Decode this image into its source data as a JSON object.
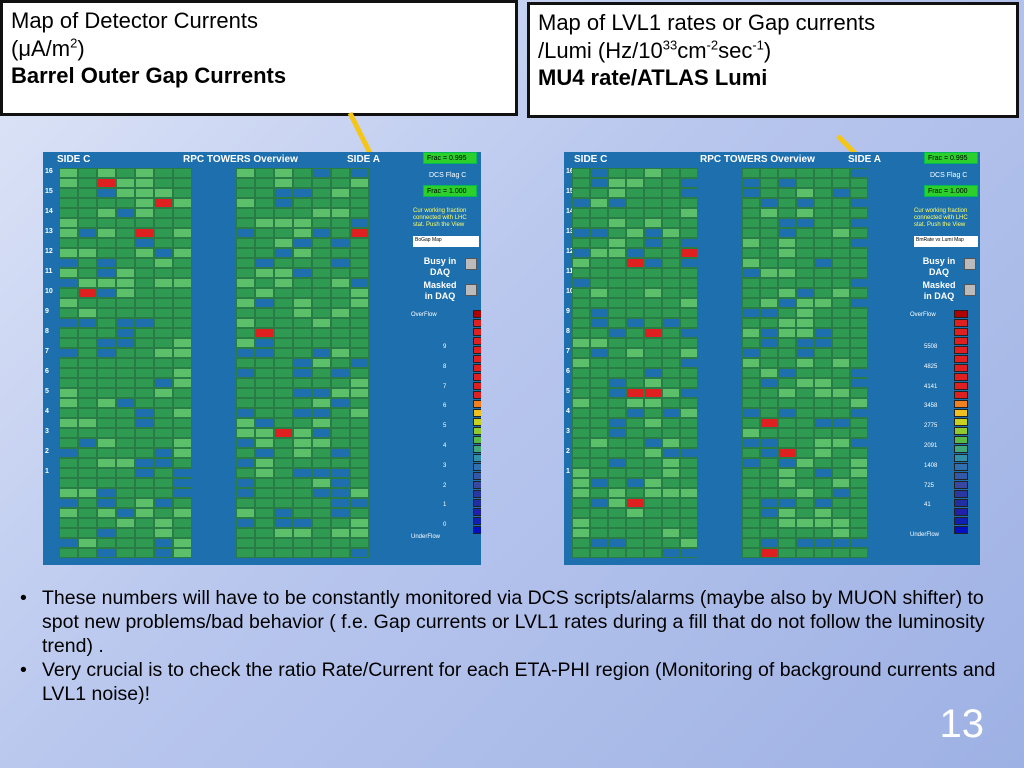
{
  "left_title": {
    "line1": "Map of Detector Currents",
    "line2_prefix": "(μA/m",
    "line2_sup": "2",
    "line2_suffix": ")",
    "bold": "Barrel Outer Gap Currents"
  },
  "right_title": {
    "line1": "Map of LVL1 rates or Gap currents",
    "line2_a": "/Lumi (Hz/10",
    "line2_sup1": "33",
    "line2_b": "cm",
    "line2_sup2": "-2",
    "line2_c": "sec",
    "line2_sup3": "-1",
    "line2_d": ")",
    "bold": "MU4 rate/ATLAS Lumi"
  },
  "panel_left": {
    "side_c": "SIDE C",
    "title": "RPC TOWERS Overview",
    "side_a": "SIDE A",
    "frac1": "Frac =  0.995",
    "dcs_flag": "DCS Flag C",
    "frac2": "Frac =  1.000",
    "note": "Cur working fraction connected with LHC stat. Push the View",
    "map_select": "BoGap Map",
    "busy": "Busy in DAQ",
    "masked": "Masked in DAQ",
    "overflow": "OverFlow",
    "underflow": "UnderFlow",
    "legend_values": [
      "9",
      "8",
      "7",
      "6",
      "5",
      "4",
      "3",
      "2",
      "1",
      "0"
    ]
  },
  "panel_right": {
    "side_c": "SIDE C",
    "title": "RPC TOWERS Overview",
    "side_a": "SIDE A",
    "frac1": "Frac =  0.995",
    "dcs_flag": "DCS Flag C",
    "frac2": "Frac =  1.000",
    "note": "Cur working fraction connected with LHC stat. Push the View",
    "map_select": "BmRate vs Lumi Map",
    "busy": "Busy in DAQ",
    "masked": "Masked in DAQ",
    "overflow": "OverFlow",
    "underflow": "UnderFlow",
    "legend_values": [
      "5508",
      "4825",
      "4141",
      "3458",
      "2775",
      "2091",
      "1408",
      "725",
      "41"
    ]
  },
  "row_numbers": [
    "16",
    "15",
    "14",
    "13",
    "12",
    "11",
    "10",
    "9",
    "8",
    "7",
    "6",
    "5",
    "4",
    "3",
    "2",
    "1"
  ],
  "bullets": [
    "These numbers will have to be constantly monitored via DCS scripts/alarms (maybe also by MUON shifter) to spot new problems/bad behavior ( f.e. Gap currents or LVL1 rates during a fill that do not follow the luminosity trend) .",
    "Very crucial is to check the ratio Rate/Current for each ETA-PHI region (Monitoring of background currents and LVL1 noise)!"
  ],
  "page_number": "13",
  "colors": {
    "arrow": "#f5c518",
    "panel_bg": "#1d6fae",
    "cell_green": "#2f9a52",
    "cell_green_light": "#5cc06a",
    "cell_blue": "#1d6fae",
    "cell_red": "#e02020",
    "frac_green": "#2ccf2c"
  }
}
